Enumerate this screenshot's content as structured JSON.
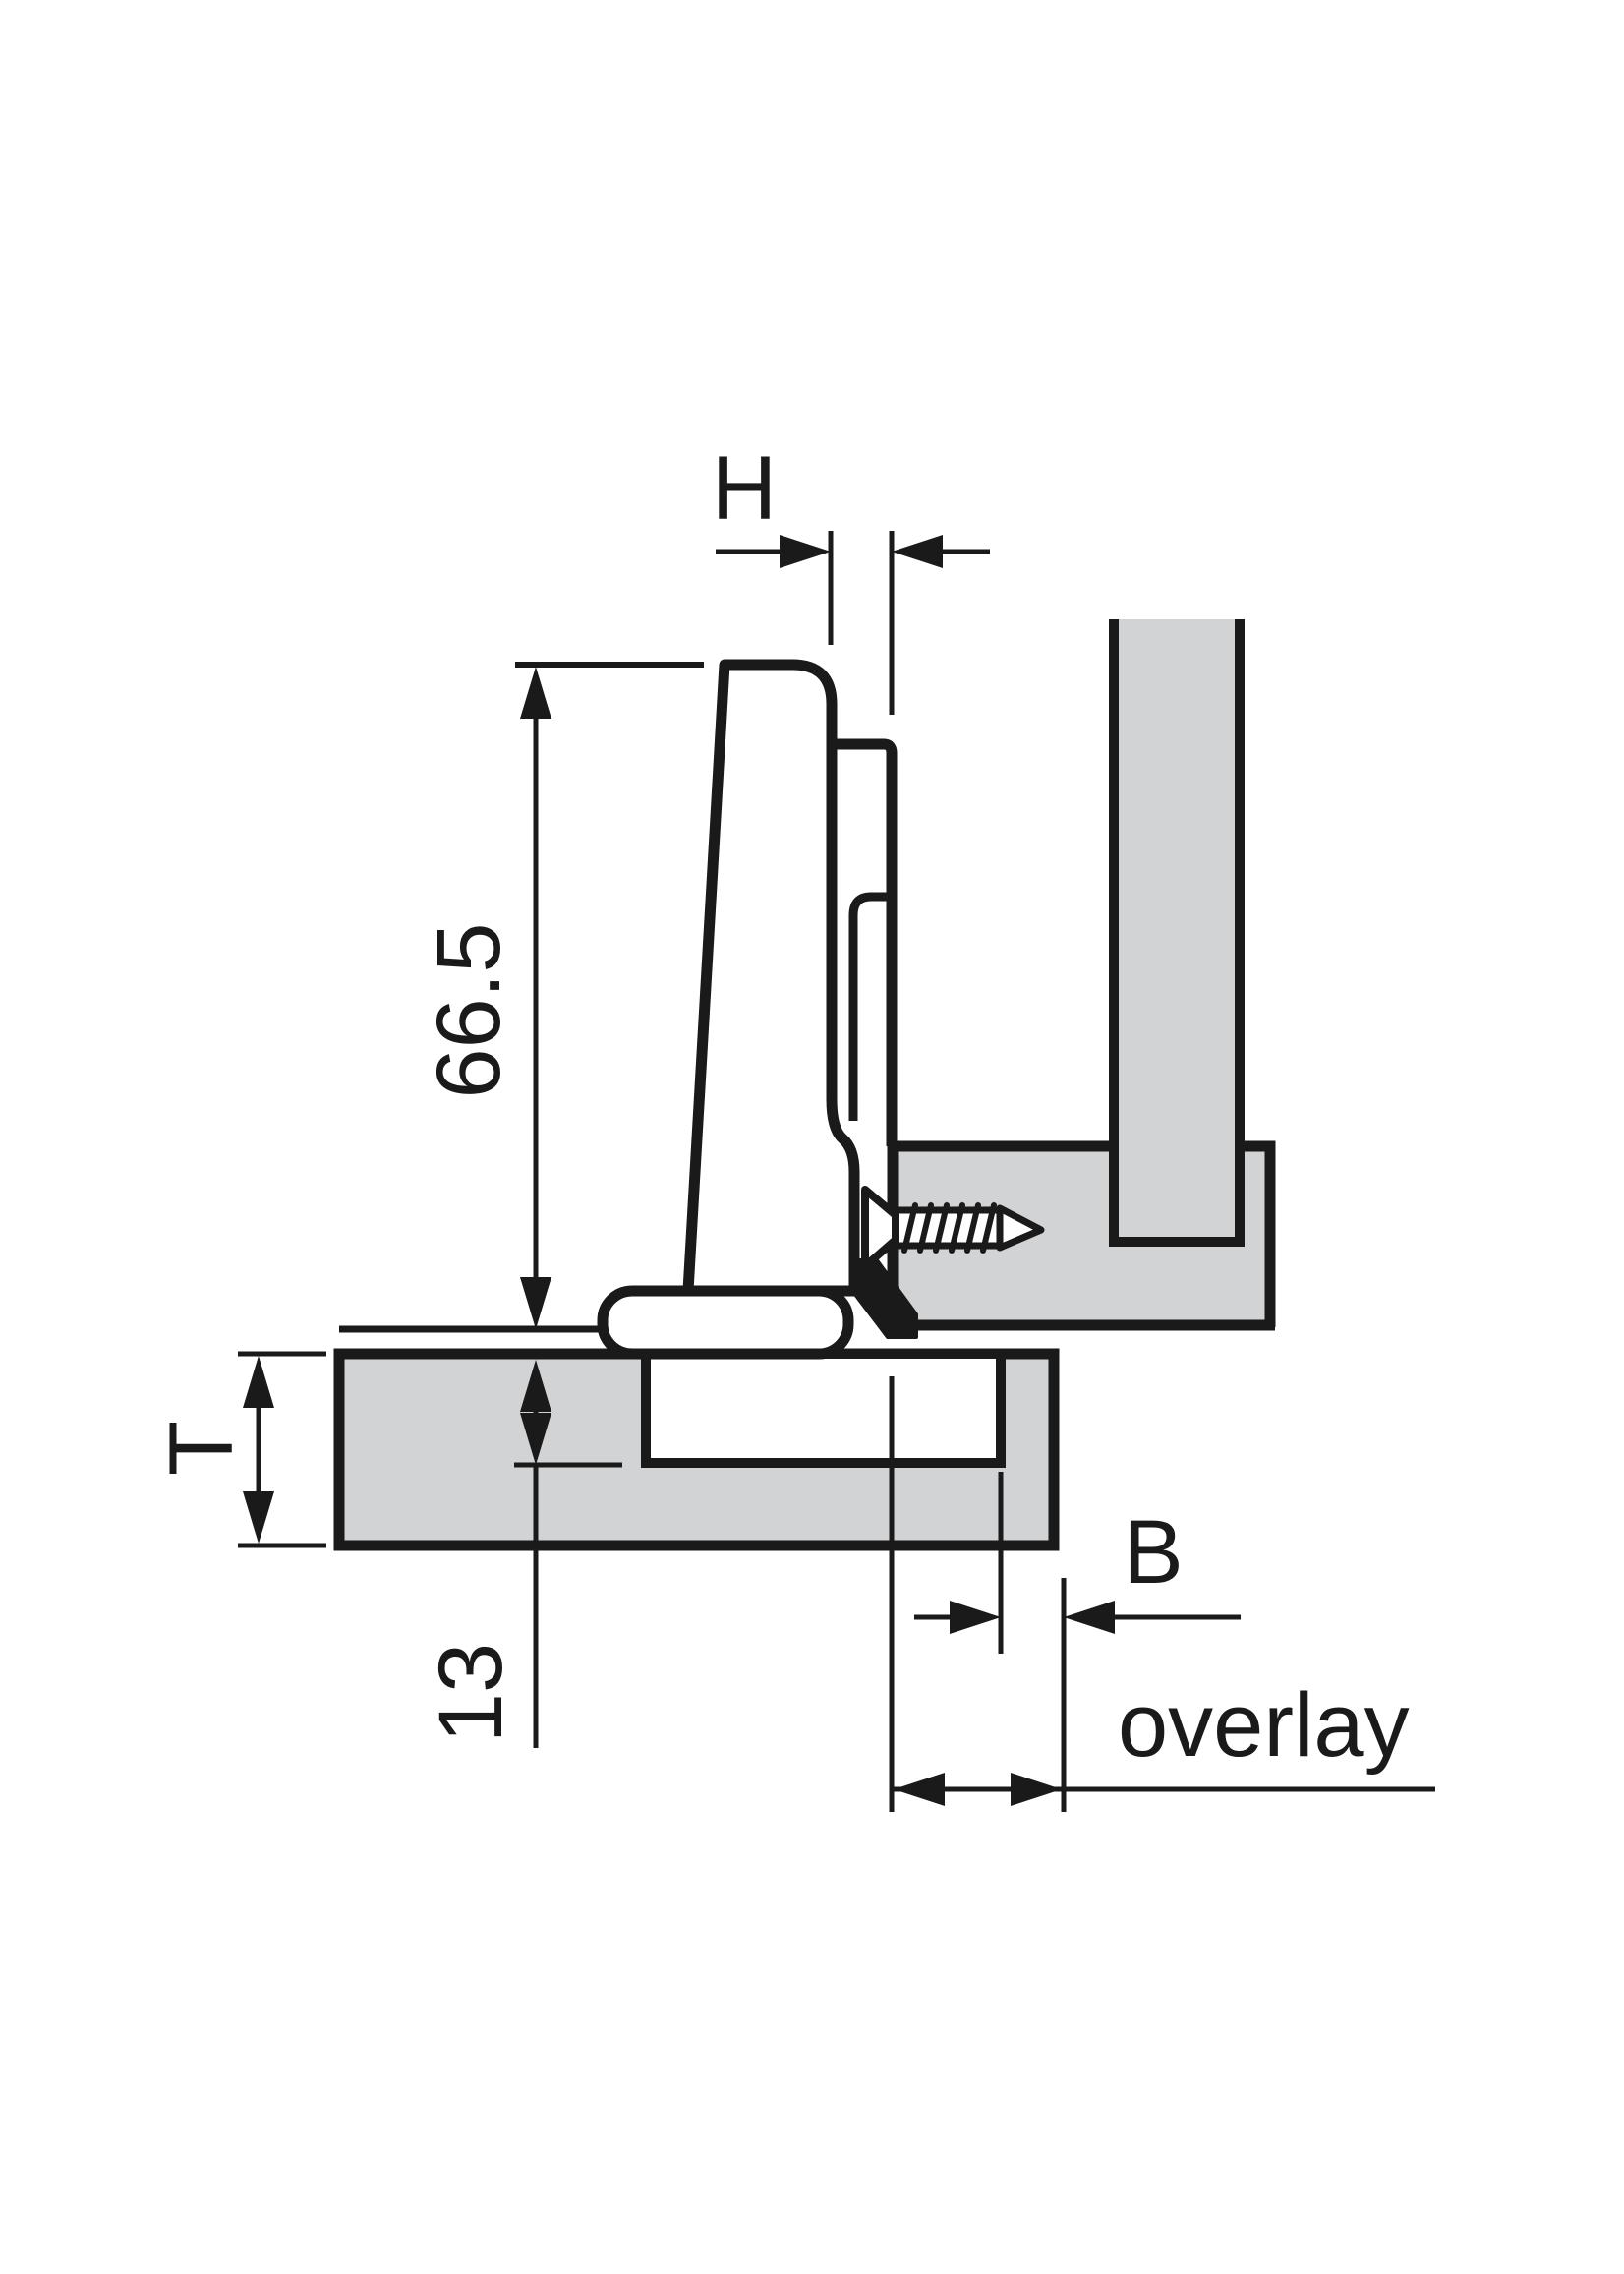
{
  "diagram": {
    "labels": {
      "h": "H",
      "arm_height": "66.5",
      "door_thickness": "T",
      "cup_depth": "13",
      "cup_distance": "B",
      "overlay": "overlay"
    },
    "colors": {
      "panel_fill": "#d2d3d4",
      "line": "#1a1a1a",
      "background": "#ffffff"
    }
  }
}
